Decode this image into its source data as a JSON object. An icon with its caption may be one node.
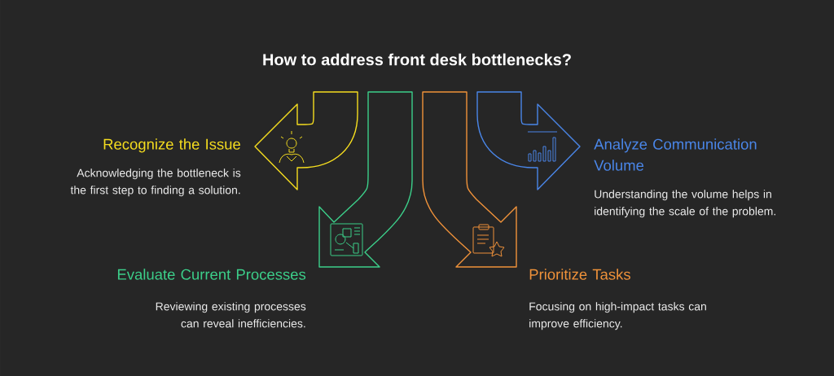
{
  "diagram": {
    "title": "How to address front desk bottlenecks?",
    "nodes": [
      {
        "text": [
          "Recognize the Issue",
          "Acknowledging the bottleneck is the first step to finding a solution."
        ]
      },
      {
        "text": [
          "Evaluate Current Processes",
          "Reviewing existing processes can reveal inefficiencies."
        ]
      },
      {
        "text": [
          "Prioritize Tasks",
          "Focusing on high-impact tasks can improve efficiency."
        ]
      },
      {
        "text": [
          "Analyze Communication Volume",
          "Understanding the volume helps in identifying the scale of the problem."
        ]
      }
    ]
  }
}
